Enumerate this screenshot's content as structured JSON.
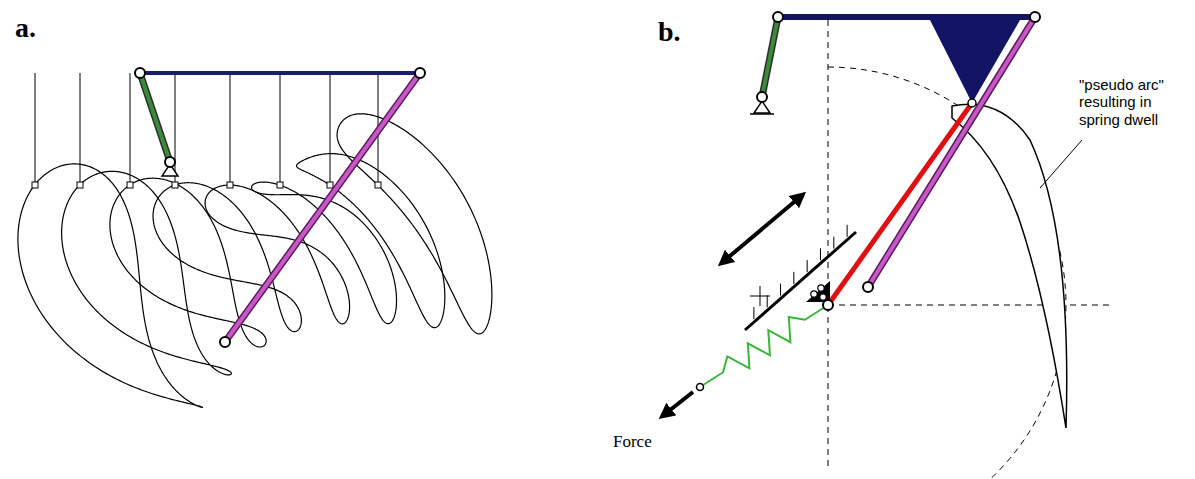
{
  "diagram": {
    "labels": [
      "a.",
      "b.",
      "\"pseudo arc\" resulting in spring dwell",
      "Force"
    ]
  }
}
